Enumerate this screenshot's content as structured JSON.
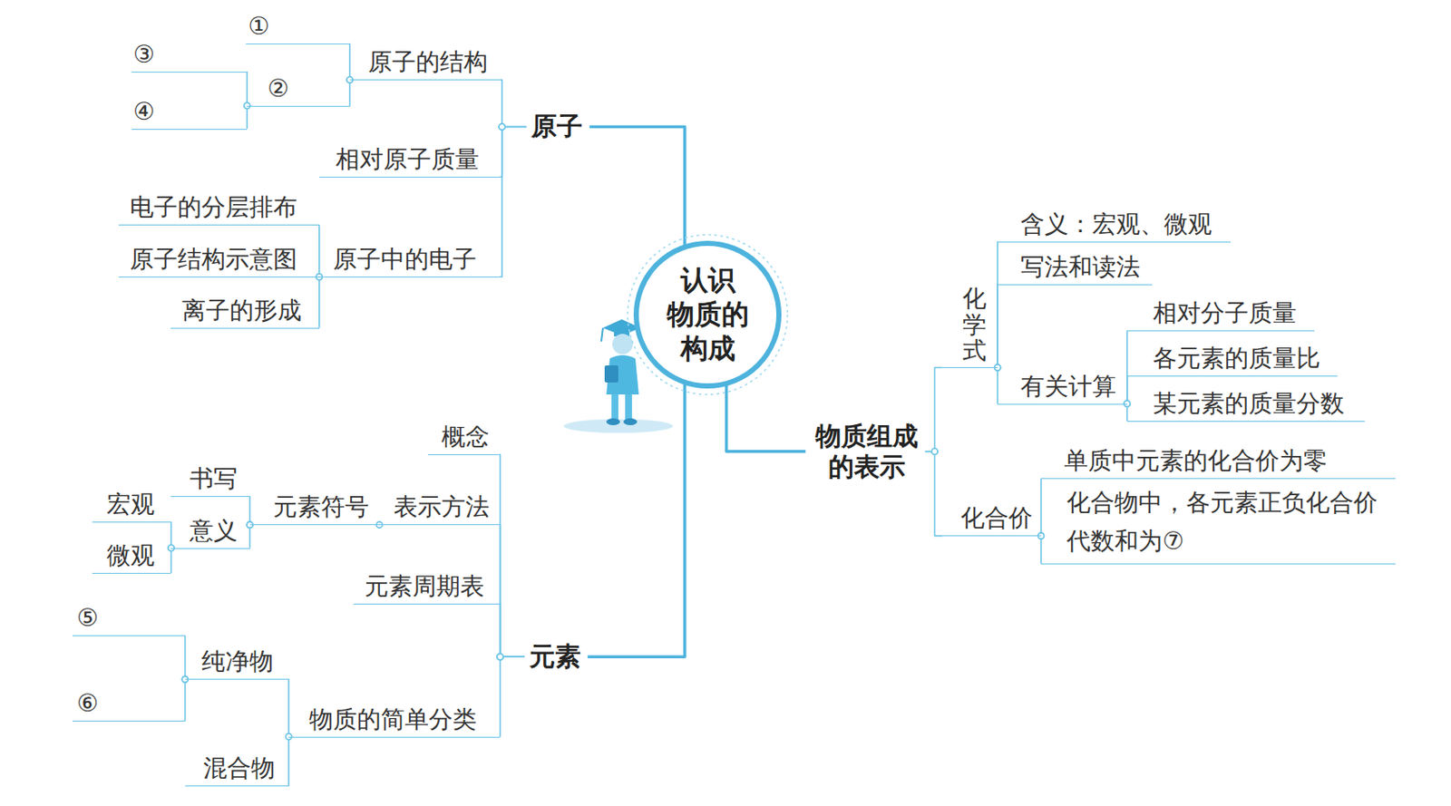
{
  "diagram": {
    "nodes": [
      {
        "text": [
          "认识物质的构成"
        ]
      },
      {
        "text": [
          "原子"
        ]
      },
      {
        "text": [
          "原子的结构"
        ]
      },
      {
        "text": [
          "①"
        ]
      },
      {
        "text": [
          "②"
        ]
      },
      {
        "text": [
          "③"
        ]
      },
      {
        "text": [
          "④"
        ]
      },
      {
        "text": [
          "相对原子质量"
        ]
      },
      {
        "text": [
          "原子中的电子"
        ]
      },
      {
        "text": [
          "电子的分层排布"
        ]
      },
      {
        "text": [
          "原子结构示意图"
        ]
      },
      {
        "text": [
          "离子的形成"
        ]
      },
      {
        "text": [
          "元素"
        ]
      },
      {
        "text": [
          "概念"
        ]
      },
      {
        "text": [
          "表示方法"
        ]
      },
      {
        "text": [
          "元素符号"
        ]
      },
      {
        "text": [
          "书写"
        ]
      },
      {
        "text": [
          "意义"
        ]
      },
      {
        "text": [
          "宏观"
        ]
      },
      {
        "text": [
          "微观"
        ]
      },
      {
        "text": [
          "元素周期表"
        ]
      },
      {
        "text": [
          "物质的简单分类"
        ]
      },
      {
        "text": [
          "纯净物"
        ]
      },
      {
        "text": [
          "⑤"
        ]
      },
      {
        "text": [
          "⑥"
        ]
      },
      {
        "text": [
          "混合物"
        ]
      },
      {
        "text": [
          "物质组成的表示"
        ]
      },
      {
        "text": [
          "化学式"
        ]
      },
      {
        "text": [
          "含义：宏观、微观"
        ]
      },
      {
        "text": [
          "写法和读法"
        ]
      },
      {
        "text": [
          "有关计算"
        ]
      },
      {
        "text": [
          "相对分子质量"
        ]
      },
      {
        "text": [
          "各元素的质量比"
        ]
      },
      {
        "text": [
          "某元素的质量分数"
        ]
      },
      {
        "text": [
          "化合价"
        ]
      },
      {
        "text": [
          "单质中元素的化合价为零"
        ]
      },
      {
        "text": [
          "化合物中，各元素正负化合价代数和为⑦"
        ]
      }
    ],
    "edges": [
      {
        "from": 0,
        "to": 1,
        "arrow": "none"
      },
      {
        "from": 1,
        "to": 2,
        "arrow": "none"
      },
      {
        "from": 2,
        "to": 3,
        "arrow": "none"
      },
      {
        "from": 2,
        "to": 4,
        "arrow": "none"
      },
      {
        "from": 4,
        "to": 5,
        "arrow": "none"
      },
      {
        "from": 4,
        "to": 6,
        "arrow": "none"
      },
      {
        "from": 1,
        "to": 7,
        "arrow": "none"
      },
      {
        "from": 1,
        "to": 8,
        "arrow": "none"
      },
      {
        "from": 8,
        "to": 9,
        "arrow": "none"
      },
      {
        "from": 8,
        "to": 10,
        "arrow": "none"
      },
      {
        "from": 8,
        "to": 11,
        "arrow": "none"
      },
      {
        "from": 0,
        "to": 12,
        "arrow": "none"
      },
      {
        "from": 12,
        "to": 13,
        "arrow": "none"
      },
      {
        "from": 12,
        "to": 14,
        "arrow": "none"
      },
      {
        "from": 14,
        "to": 15,
        "arrow": "none"
      },
      {
        "from": 15,
        "to": 16,
        "arrow": "none"
      },
      {
        "from": 15,
        "to": 17,
        "arrow": "none"
      },
      {
        "from": 17,
        "to": 18,
        "arrow": "none"
      },
      {
        "from": 17,
        "to": 19,
        "arrow": "none"
      },
      {
        "from": 12,
        "to": 20,
        "arrow": "none"
      },
      {
        "from": 12,
        "to": 21,
        "arrow": "none"
      },
      {
        "from": 21,
        "to": 22,
        "arrow": "none"
      },
      {
        "from": 22,
        "to": 23,
        "arrow": "none"
      },
      {
        "from": 22,
        "to": 24,
        "arrow": "none"
      },
      {
        "from": 21,
        "to": 25,
        "arrow": "none"
      },
      {
        "from": 0,
        "to": 26,
        "arrow": "none"
      },
      {
        "from": 26,
        "to": 27,
        "arrow": "none"
      },
      {
        "from": 27,
        "to": 28,
        "arrow": "none"
      },
      {
        "from": 27,
        "to": 29,
        "arrow": "none"
      },
      {
        "from": 27,
        "to": 30,
        "arrow": "none"
      },
      {
        "from": 30,
        "to": 31,
        "arrow": "none"
      },
      {
        "from": 30,
        "to": 32,
        "arrow": "none"
      },
      {
        "from": 30,
        "to": 33,
        "arrow": "none"
      },
      {
        "from": 26,
        "to": 34,
        "arrow": "none"
      },
      {
        "from": 34,
        "to": 35,
        "arrow": "none"
      },
      {
        "from": 34,
        "to": 36,
        "arrow": "none"
      }
    ]
  }
}
